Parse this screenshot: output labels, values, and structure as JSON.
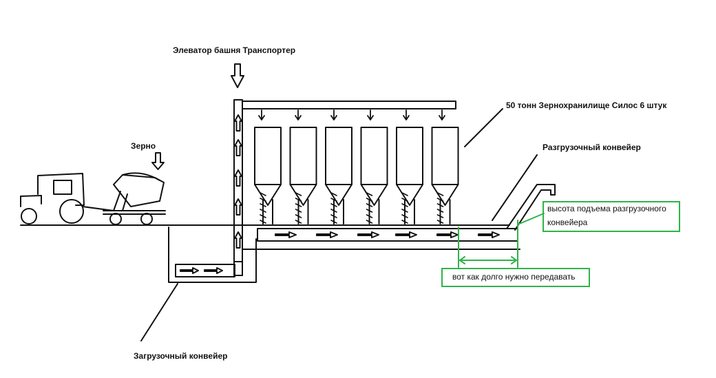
{
  "labels": {
    "elevator": "Элеватор башня Транспортер",
    "grain": "Зерно",
    "silos": "50 тонн Зернохранилище Силос   6 штук",
    "unloading_conveyor": "Разгрузочный конвейер",
    "loading_conveyor": "Загрузочный конвейер"
  },
  "notes": {
    "lift_height_line1": "высота подъема разгрузочного",
    "lift_height_line2": "конвейера",
    "transfer_length": "вот как долго нужно передавать"
  },
  "silo_count": 6,
  "colors": {
    "line": "#111111",
    "annotation": "#2fb34a"
  }
}
